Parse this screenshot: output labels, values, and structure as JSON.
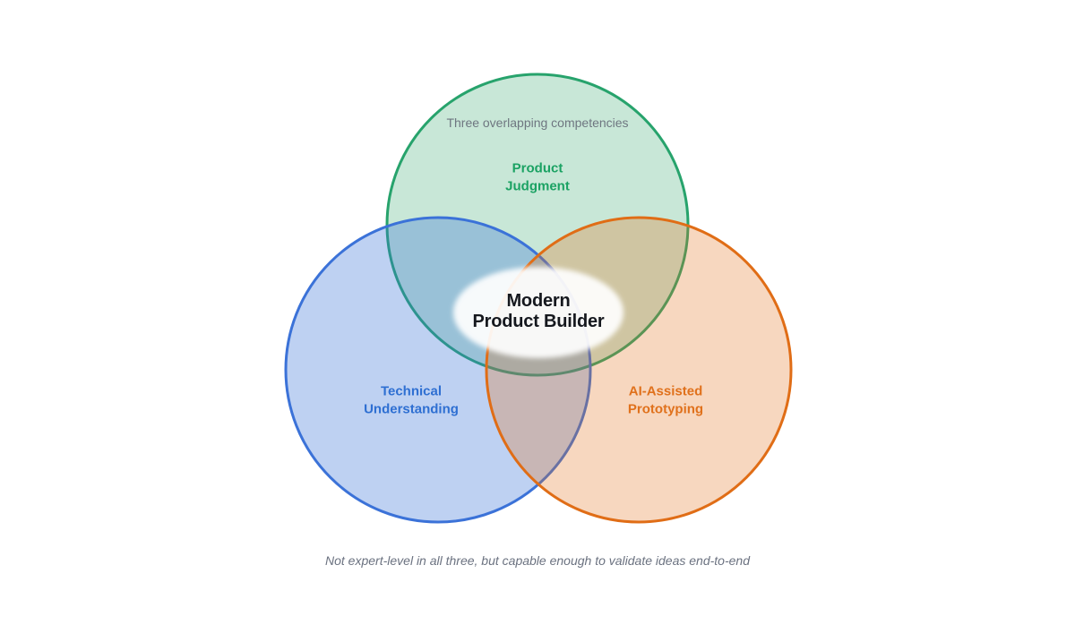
{
  "diagram": {
    "subtitle": "Three overlapping competencies",
    "caption": "Not expert-level in all three, but capable enough to validate ideas end-to-end",
    "center": {
      "label": "Modern\nProduct Builder",
      "text_color": "#15181e",
      "bubble_color": "#ffffff"
    },
    "circles": {
      "product_judgment": {
        "label": "Product\nJudgment",
        "stroke": "#27a36c",
        "fill": "#34a86b",
        "label_color": "#1ba263"
      },
      "technical_understanding": {
        "label": "Technical\nUnderstanding",
        "stroke": "#3b72d8",
        "fill": "#3b72d9",
        "label_color": "#2e6fd2"
      },
      "ai_assisted_prototyping": {
        "label": "AI-Assisted\nPrototyping",
        "stroke": "#e06d16",
        "fill": "#e46e19",
        "label_color": "#e0711c"
      }
    },
    "text_colors": {
      "subtitle": "#6e7680",
      "caption": "#6b7280"
    }
  }
}
